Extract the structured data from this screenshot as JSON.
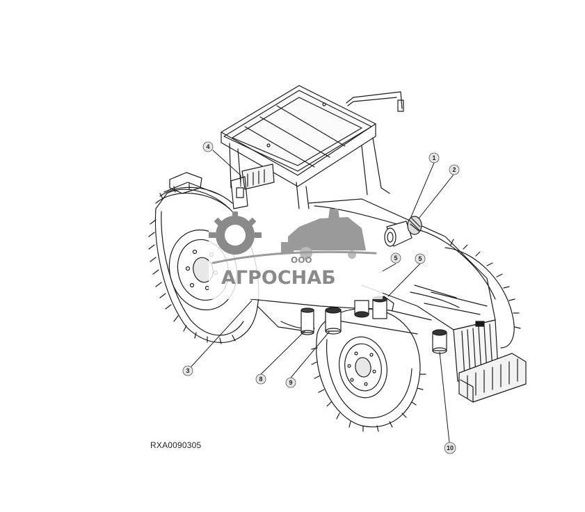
{
  "figure": {
    "reference_code": "RXA0090305",
    "callouts": [
      {
        "id": "c1",
        "label": "1"
      },
      {
        "id": "c2",
        "label": "2"
      },
      {
        "id": "c3",
        "label": "3"
      },
      {
        "id": "c4",
        "label": "4"
      },
      {
        "id": "c5a",
        "label": "5"
      },
      {
        "id": "c5b",
        "label": "5"
      },
      {
        "id": "c8",
        "label": "8"
      },
      {
        "id": "c9",
        "label": "9"
      },
      {
        "id": "c10",
        "label": "10"
      }
    ]
  },
  "watermark": {
    "company_prefix": "ООО",
    "company_name": "АГРОСНАБ",
    "color": "#8a8a8a"
  },
  "colors": {
    "line_art": "#1a1a1a",
    "callout_fill": "#e6e6e6"
  }
}
